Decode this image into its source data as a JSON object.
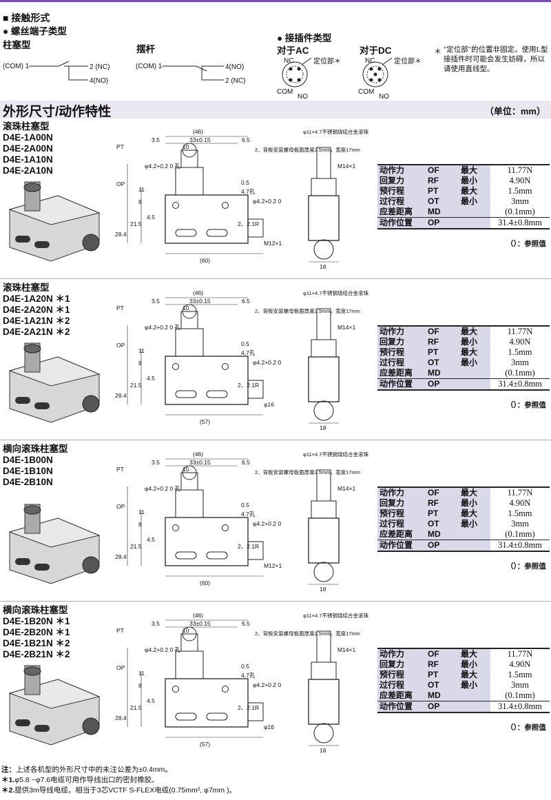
{
  "contact": {
    "title": "■ 接触形式",
    "screw_type": "● 螺丝端子类型",
    "plunger": "柱塞型",
    "lever": "摆杆",
    "connector_type": "● 接插件类型",
    "ac": "对于AC",
    "dc": "对于DC",
    "com1": "(COM) 1",
    "nc2": "2 (NC)",
    "no4": "4(NO)",
    "no4b": "4(NO)",
    "lever_com1": "(COM) 1",
    "lever_no4": "4(NO)",
    "lever_nc2": "2 (NC)",
    "pin_nc": "NC",
    "pin_com": "COM",
    "pin_no": "NO",
    "locator": "定位部＊",
    "note_star": "＊",
    "note": "\"定位部\"的位置非固定。使用L型接插件时可能会发生妨碍，所以请使用直线型。"
  },
  "section": {
    "title": "外形尺寸/动作特性",
    "unit": "（单位：mm）"
  },
  "groups": [
    {
      "name": "滚珠柱塞型",
      "models": [
        "D4E-1A00N",
        "D4E-2A00N",
        "D4E-1A10N",
        "D4E-2A10N"
      ],
      "width": "(60)",
      "thread": "M12×1"
    },
    {
      "name": "滚珠柱塞型",
      "models": [
        "D4E-1A20N ＊1",
        "D4E-2A20N ＊1",
        "D4E-1A21N ＊2",
        "D4E-2A21N ＊2"
      ],
      "width": "(57)",
      "thread": "φ16"
    },
    {
      "name": "横向滚珠柱塞型",
      "models": [
        "D4E-1B00N",
        "D4E-1B10N",
        "D4E-2B10N"
      ],
      "width": "(60)",
      "thread": "M12×1"
    },
    {
      "name": "横向滚珠柱塞型",
      "models": [
        "D4E-1B20N ＊1",
        "D4E-2B20N ＊1",
        "D4E-1B21N ＊2",
        "D4E-2B21N ＊2"
      ],
      "width": "(57)",
      "thread": "φ16"
    }
  ],
  "dims": {
    "d46": "(46)",
    "d35": "3.5",
    "d33": "33±0.15",
    "d65": "6.5",
    "d10": "10",
    "pt": "PT",
    "op": "OP",
    "hole42": "φ4.2+0.2 0 孔",
    "d11": "11",
    "d8": "8",
    "d45": "4.5",
    "d215": "21.5",
    "d284": "28.4",
    "d05": "0.5",
    "d47": "4.7孔",
    "hole42b": "φ4.2+0.2 0",
    "r21": "2、2.1R",
    "nut": "2、背板安装螺母板面厚度2.5mm，宽度17mm",
    "ball": "φ11×4.7不锈钢烧结合金滚珠",
    "m14": "M14×1",
    "d18": "18"
  },
  "spec": {
    "rows": [
      {
        "name": "动作力",
        "code": "OF",
        "mm": "最大",
        "value": "11.77N"
      },
      {
        "name": "回复力",
        "code": "RF",
        "mm": "最小",
        "value": "4.90N"
      },
      {
        "name": "预行程",
        "code": "PT",
        "mm": "最大",
        "value": "1.5mm"
      },
      {
        "name": "过行程",
        "code": "OT",
        "mm": "最小",
        "value": "3mm"
      },
      {
        "name": "应差距离",
        "code": "MD",
        "mm": "",
        "value": "(0.1mm)"
      }
    ],
    "op": {
      "name": "动作位置",
      "code": "OP",
      "value": "31.4±0.8mm"
    },
    "ref": "（）：参照值"
  },
  "notes": {
    "n0_label": "注：",
    "n0": "上述各机型的外形尺寸中的未注公差为±0.4mm。",
    "n1_label": "＊1.",
    "n1": "φ5.8 ~φ7.6电缆可用作导线出口的密封橡胶。",
    "n2_label": "＊2.",
    "n2": "提供3m导线电缆，相当于3芯VCTF S-FLEX电缆(0.75mm², φ7mm )。"
  }
}
